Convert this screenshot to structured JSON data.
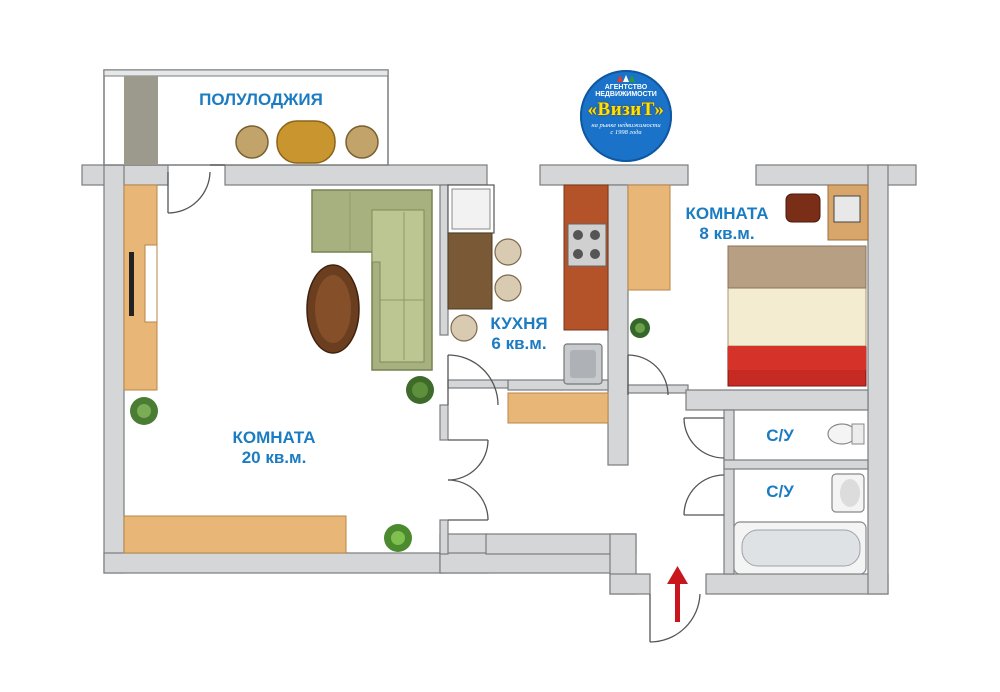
{
  "rooms": {
    "balcony": {
      "name": "ПОЛУЛОДЖИЯ"
    },
    "living": {
      "name": "КОМНАТА",
      "area": "20 кв.м."
    },
    "kitchen": {
      "name": "КУХНЯ",
      "area": "6 кв.м."
    },
    "bedroom": {
      "name": "КОМНАТА",
      "area": "8 кв.м."
    },
    "wc1": {
      "name": "С/У"
    },
    "wc2": {
      "name": "С/У"
    }
  },
  "logo": {
    "line1": "АГЕНТСТВО",
    "line2": "НЕДВИЖИМОСТИ",
    "brand": "«ВизиТ»",
    "tagline": "на рынке недвижимости",
    "since": "с 1998 года"
  },
  "colors": {
    "wall": "#d4d6d8",
    "label": "#1c7cc2",
    "wood": "#e8b777",
    "sofa": "#a6b17f",
    "bedspread": "#c62a22",
    "arrow": "#c8161c",
    "logo_bg": "#1a73c8",
    "logo_brand": "#ffe400"
  }
}
